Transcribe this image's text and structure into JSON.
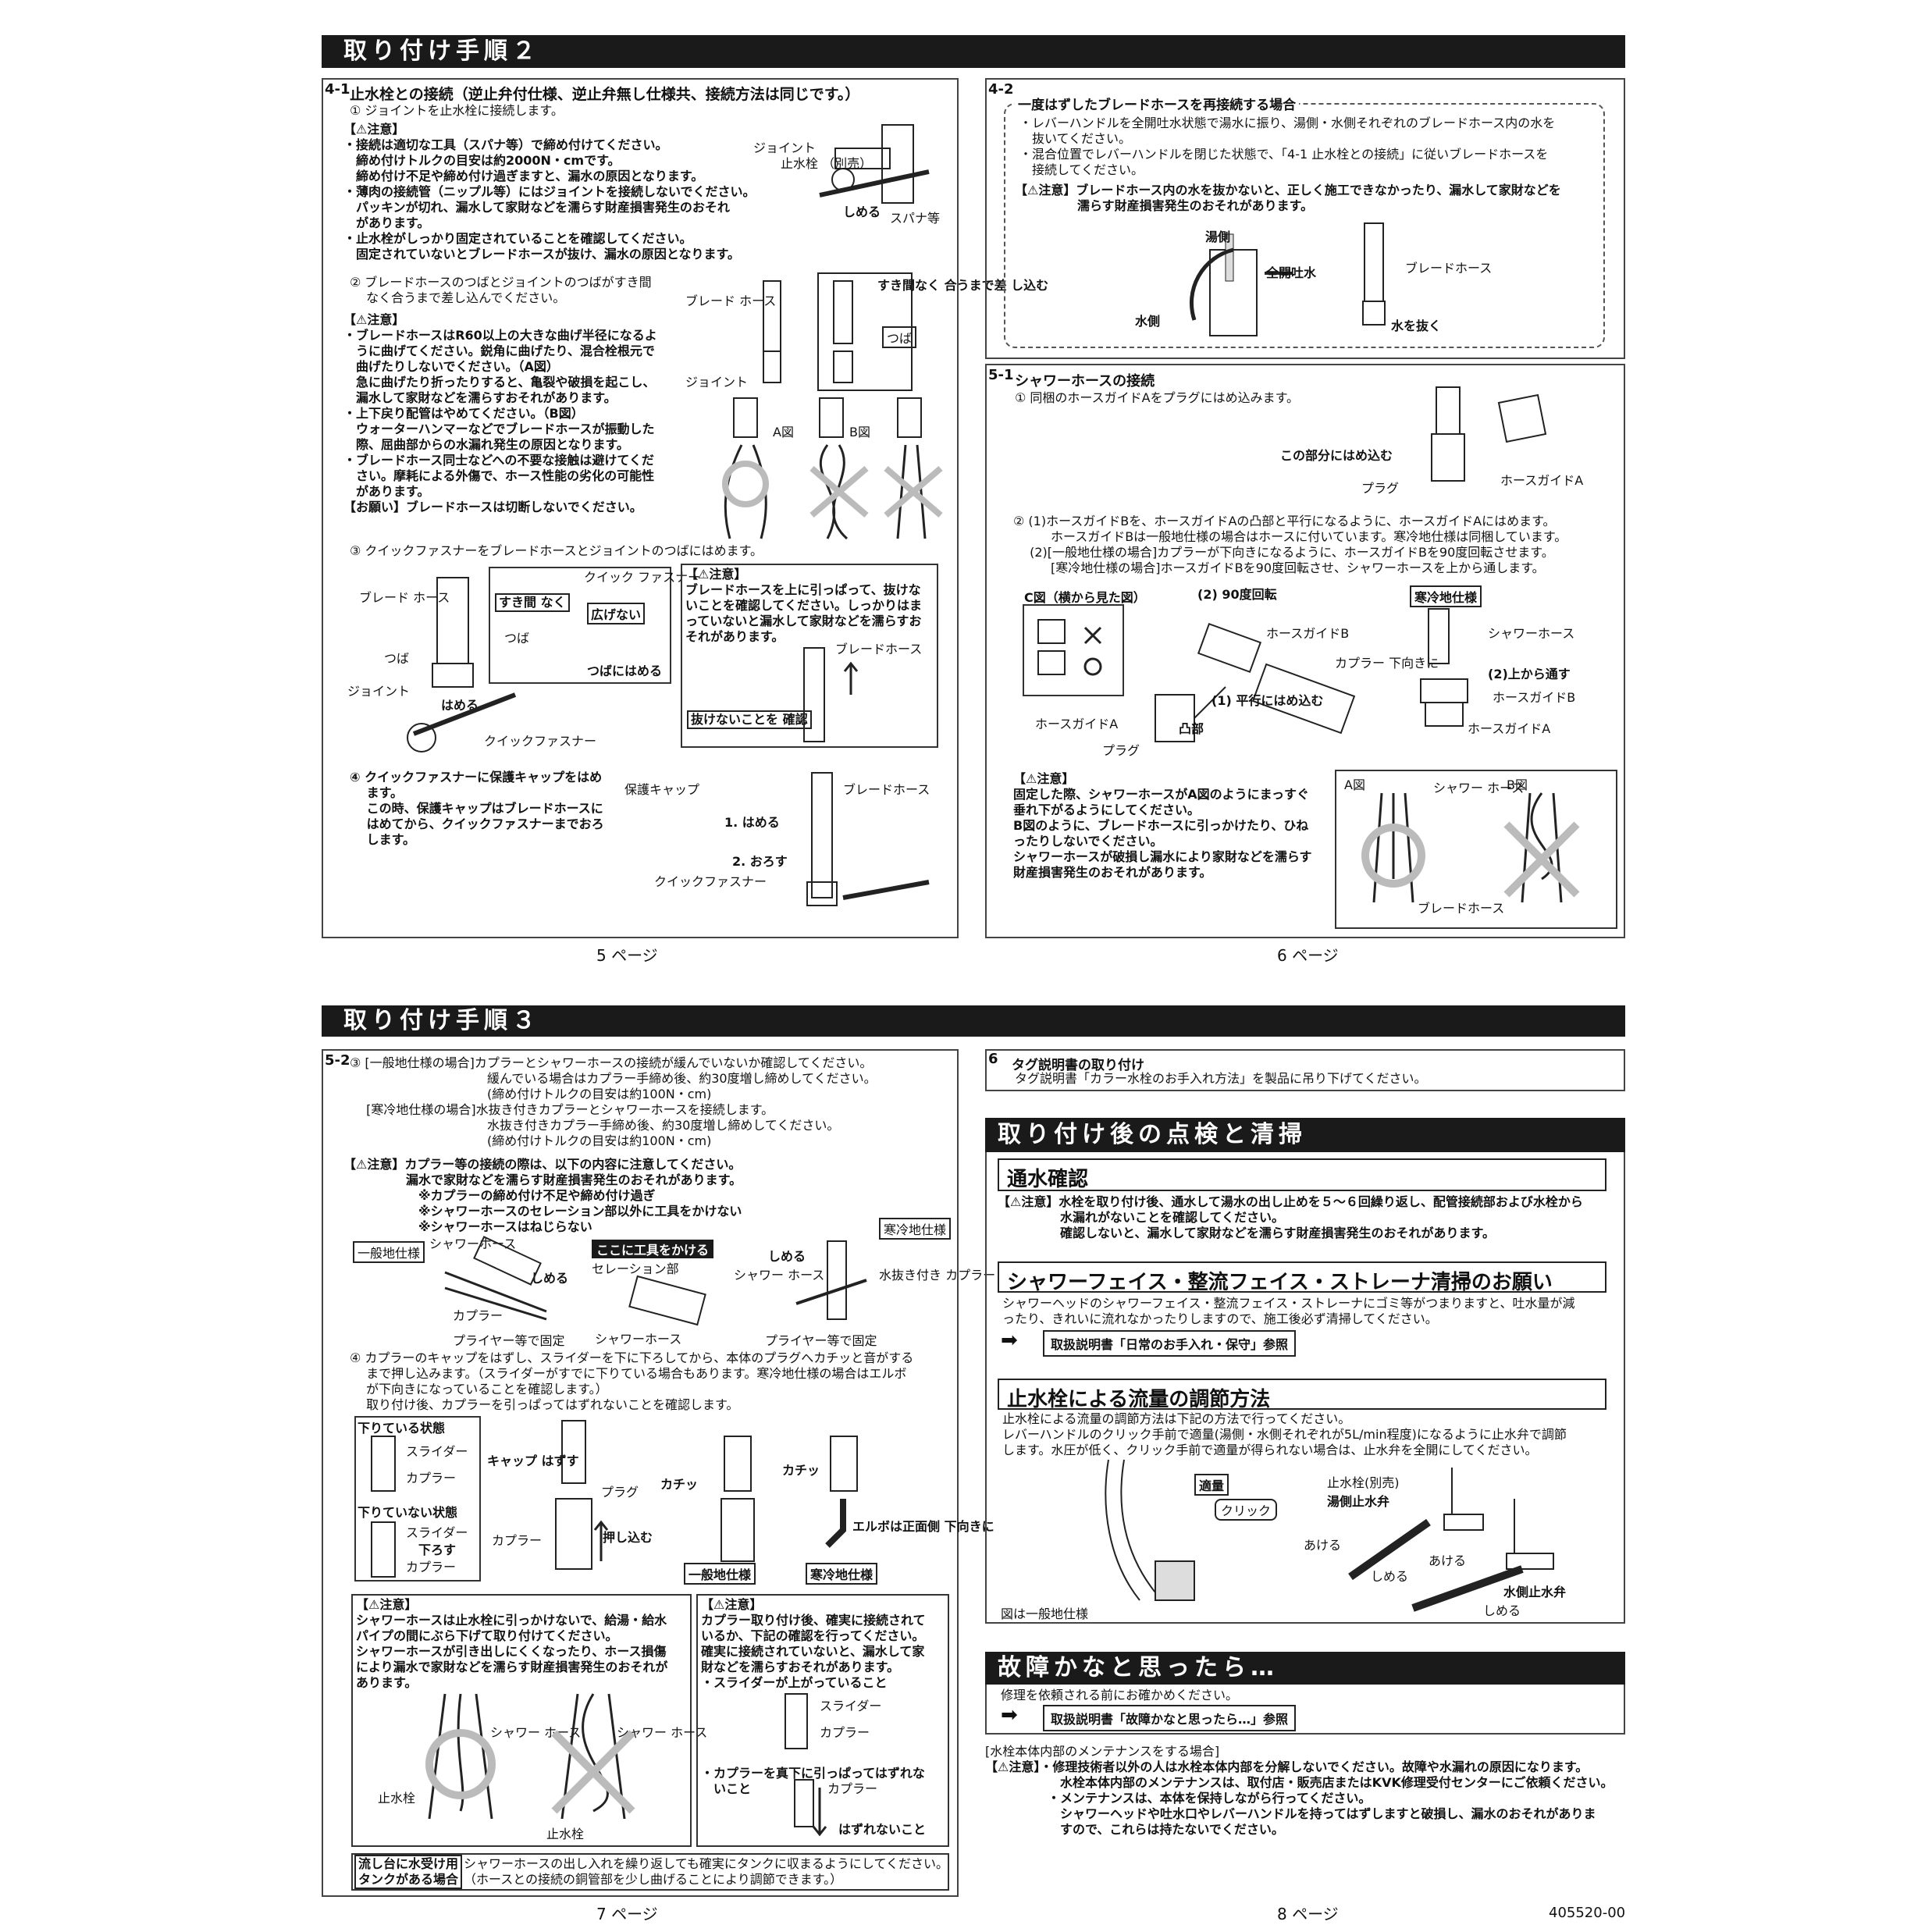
{
  "p5": {
    "band": "取り付け手順２",
    "tag": "4-1",
    "title": "止水栓との接続（逆止弁付仕様、逆止弁無し仕様共、接続方法は同じです。）",
    "s1": "① ジョイントを止水栓に接続します。",
    "n1_head": "【⚠注意】",
    "n1": "・接続は適切な工具（スパナ等）で締め付けてください。\n　締め付けトルクの目安は約2000N・cmです。\n　締め付け不足や締め付け過ぎますと、漏水の原因となります。\n・薄肉の接続管（ニップル等）にはジョイントを接続しないでください。\n　パッキンが切れ、漏水して家財などを濡らす財産損害発生のおそれ\n　があります。\n・止水栓がしっかり固定されていることを確認してください。\n　固定されていないとブレードホースが抜け、漏水の原因となります。",
    "l_joint": "ジョイント",
    "l_valve": "止水栓\n（別売）",
    "l_shimeru": "しめる",
    "l_spanner": "スパナ等",
    "s2": "② ブレードホースのつばとジョイントのつばがすき間\n　 なく合うまで差し込んでください。",
    "n2_head": "【⚠注意】",
    "n2": "・ブレードホースはR60以上の大きな曲げ半径になるよ\n　うに曲げてください。鋭角に曲げたり、混合栓根元で\n　曲げたりしないでください。（A図）\n　急に曲げたり折ったりすると、亀裂や破損を起こし、\n　漏水して家財などを濡らすおそれがあります。\n・上下戻り配管はやめてください。（B図）\n　ウォーターハンマーなどでブレードホースが振動した\n　際、屈曲部からの水漏れ発生の原因となります。\n・ブレードホース同士などへの不要な接触は避けてくだ\n　さい。摩耗による外傷で、ホース性能の劣化の可能性\n　があります。\n【お願い】ブレードホースは切断しないでください。",
    "l_braid": "ブレード\nホース",
    "l_gap": "すき間なく\n合うまで差\nし込む",
    "l_tsuba": "つば",
    "l_joint2": "ジョイント",
    "l_a": "A図",
    "l_b": "B図",
    "s3": "③ クイックファスナーをブレードホースとジョイントのつばにはめます。",
    "l_braid3": "ブレード\nホース",
    "l_tsuba3": "つば",
    "l_joint3": "ジョイント",
    "l_hameru": "はめる",
    "l_qf": "クイックファスナー",
    "l_sukima": "すき間\nなく",
    "l_qf2": "クイック\nファスナー",
    "l_hirogenai": "広げない",
    "l_tsuba3b": "つば",
    "l_tsubani": "つばにはめる",
    "n3_head": "【⚠注意】",
    "n3": "ブレードホースを上に引っぱって、抜けな\nいことを確認してください。しっかりはま\nっていないと漏水して家財などを濡らすお\nそれがあります。",
    "l_braid3c": "ブレードホース",
    "l_check": "抜けないことを\n確認",
    "s4": "④ クイックファスナーに保護キャップをはめ\n　 ます。\n　 この時、保護キャップはブレードホースに\n　 はめてから、クイックファスナーまでおろ\n　 します。",
    "l_cap": "保護キャップ",
    "l_braid4": "ブレードホース",
    "l_hameru4": "1. はめる",
    "l_orosu": "2. おろす",
    "l_qf4": "クイックファスナー",
    "page": "5 ページ"
  },
  "p6": {
    "tag": "4-2",
    "t1": "一度はずしたブレードホースを再接続する場合",
    "b1": "・レバーハンドルを全開吐水状態で湯水に振り、湯側・水側それぞれのブレードホース内の水を\n　抜いてください。\n・混合位置でレバーハンドルを閉じた状態で、「4-1 止水栓との接続」に従いブレードホースを\n　接続してください。",
    "n1": "【⚠注意】ブレードホース内の水を抜かないと、正しく施工できなかったり、漏水して家財などを\n　　　　　濡らす財産損害発生のおそれがあります。",
    "l_hot": "湯側",
    "l_full": "全開吐水",
    "l_cold": "水側",
    "l_braid": "ブレードホース",
    "l_drain": "水を抜く",
    "tag2": "5-1",
    "t2": "シャワーホースの接続",
    "s1": "① 同梱のホースガイドAをプラグにはめ込みます。",
    "l_part": "この部分にはめ込む",
    "l_plug": "プラグ",
    "l_guideA": "ホースガイドA",
    "s2": "② (1)ホースガイドBを、ホースガイドAの凸部と平行になるように、ホースガイドAにはめます。\n　　　ホースガイドBは一般地仕様の場合はホースに付いています。寒冷地仕様は同梱しています。\n　 (2)[一般地仕様の場合]カプラーが下向きになるように、ホースガイドBを90度回転させます。\n　　　[寒冷地仕様の場合]ホースガイドBを90度回転させ、シャワーホースを上から通します。",
    "l_c": "C図（横から見た図）",
    "l_90": "(2)\n90度回転",
    "l_guideB": "ホースガイドB",
    "l_coupler": "カプラー\n下向きに",
    "l_guideA2": "ホースガイドA",
    "l_convex": "凸部",
    "l_parallel": "(1)\n平行にはめ込む",
    "l_plug2": "プラグ",
    "l_cold_spec": "寒冷地仕様",
    "l_shower": "シャワーホース",
    "l_fromtop": "(2)上から通す",
    "l_guideB2": "ホースガイドB",
    "l_guideA3": "ホースガイドA",
    "n2": "【⚠注意】\n固定した際、シャワーホースがA図のようにまっすぐ\n垂れ下がるようにしてください。\nB図のように、ブレードホースに引っかけたり、ひね\nったりしないでください。\nシャワーホースが破損し漏水により家財などを濡らす\n財産損害発生のおそれがあります。",
    "l_a": "A図",
    "l_b": "B図",
    "l_shower2": "シャワー\nホース",
    "l_braid2": "ブレードホース",
    "page": "6 ページ"
  },
  "p7": {
    "band": "取り付け手順３",
    "tag": "5-2",
    "s3": "③ [一般地仕様の場合]カプラーとシャワーホースの接続が緩んでいないか確認してください。\n　　　　　　　　　　　緩んでいる場合はカプラー手締め後、約30度増し締めしてください。\n　　　　　　　　　　　(締め付けトルクの目安は約100N・cm)\n　 [寒冷地仕様の場合]水抜き付きカプラーとシャワーホースを接続します。\n　　　　　　　　　　　水抜き付きカプラー手締め後、約30度増し締めしてください。\n　　　　　　　　　　　(締め付けトルクの目安は約100N・cm)",
    "n3": "【⚠注意】カプラー等の接続の際は、以下の内容に注意してください。\n　　　　　漏水で家財などを濡らす財産損害発生のおそれがあります。\n　　　　　　※カプラーの締め付け不足や締め付け過ぎ\n　　　　　　※シャワーホースのセレーション部以外に工具をかけない\n　　　　　　※シャワーホースはねじらない",
    "l_general": "一般地仕様",
    "l_shower": "シャワーホース",
    "l_shimeru": "しめる",
    "l_coupler": "カプラー",
    "l_pliers": "プライヤー等で固定",
    "l_tool": "ここに工具をかける",
    "l_serr": "セレーション部",
    "l_shower2": "シャワーホース",
    "l_cold": "寒冷地仕様",
    "l_shimeru2": "しめる",
    "l_shower3": "シャワー\nホース",
    "l_drainc": "水抜き付き\nカプラー",
    "l_pliers2": "プライヤー等で固定",
    "s4": "④ カプラーのキャップをはずし、スライダーを下に下ろしてから、本体のプラグへカチッと音がする\n　 まで押し込みます。（スライダーがすでに下りている場合もあります。寒冷地仕様の場合はエルボ\n　 が下向きになっていることを確認します。）\n　 取り付け後、カプラーを引っぱってはずれないことを確認します。",
    "l_down": "下りている状態",
    "l_slider": "スライダー",
    "l_coupler2": "カプラー",
    "l_notdown": "下りていない状態",
    "l_slider2": "スライダー",
    "l_orosu": "下ろす",
    "l_coupler3": "カプラー",
    "l_cap": "キャップ\nはずす",
    "l_plug": "プラグ",
    "l_coupler4": "カプラー",
    "l_push": "押し込む",
    "l_click1": "カチッ",
    "l_click2": "カチッ",
    "l_elbow": "エルボは正面側\n下向きに",
    "l_gen2": "一般地仕様",
    "l_cold2": "寒冷地仕様",
    "nL": "【⚠注意】\nシャワーホースは止水栓に引っかけないで、給湯・給水\nパイプの間にぶら下げて取り付けてください。\nシャワーホースが引き出しにくくなったり、ホース損傷\nにより漏水で家財などを濡らす財産損害発生のおそれが\nあります。",
    "l_showerL": "シャワー\nホース",
    "l_showerL2": "シャワー\nホース",
    "l_valveL": "止水栓",
    "l_valveL2": "止水栓",
    "nR": "【⚠注意】\nカプラー取り付け後、確実に接続されて\nいるか、下記の確認を行ってください。\n確実に接続されていないと、漏水して家\n財などを濡らすおそれがあります。\n・スライダーが上がっていること",
    "l_sliderR": "スライダー",
    "l_couplerR": "カプラー",
    "nR2": "・カプラーを真下に引っぱってはずれな\n　いこと",
    "l_couplerR2": "カプラー",
    "l_notoff": "はずれないこと",
    "tank_label": "流し台に水受け用\nタンクがある場合",
    "tank_text": "シャワーホースの出し入れを繰り返しても確実にタンクに収まるようにしてください。\n（ホースとの接続の銅管部を少し曲げることにより調節できます。）",
    "page": "7 ページ"
  },
  "p8": {
    "tag": "6",
    "title": "タグ説明書の取り付け",
    "text": "タグ説明書「カラー水栓のお手入れ方法」を製品に吊り下げてください。",
    "band": "取り付け後の点検と清掃",
    "sub1": "通水確認",
    "n1": "【⚠注意】水栓を取り付け後、通水して湯水の出し止めを５～６回繰り返し、配管接続部および水栓から\n　　　　　水漏れがないことを確認してください。\n　　　　　確認しないと、漏水して家財などを濡らす財産損害発生のおそれがあります。",
    "sub2": "シャワーフェイス・整流フェイス・ストレーナ清掃のお願い",
    "t2": "シャワーヘッドのシャワーフェイス・整流フェイス・ストレーナにゴミ等がつまりますと、吐水量が減\nったり、きれいに流れなかったりしますので、施工後必ず清掃してください。",
    "ref1": "取扱説明書「日常のお手入れ・保守」参照",
    "sub3": "止水栓による流量の調節方法",
    "t3": "止水栓による流量の調節方法は下記の方法で行ってください。\nレバーハンドルのクリック手前で適量(湯側・水側それぞれが5L/min程度)になるように止水弁で調節\nします。水圧が低く、クリック手前で適量が得られない場合は、止水弁を全開にしてください。",
    "l_proper": "適量",
    "l_click": "クリック",
    "l_valve": "止水栓(別売)",
    "l_hotvalve": "湯側止水弁",
    "l_open": "あける",
    "l_close": "しめる",
    "l_open2": "あける",
    "l_coldvalve": "水側止水弁",
    "l_close2": "しめる",
    "l_general": "図は一般地仕様",
    "band2": "故障かなと思ったら…",
    "t4": "修理を依頼される前にお確かめください。",
    "ref2": "取扱説明書「故障かなと思ったら…」参照",
    "m_head": "[水栓本体内部のメンテナンスをする場合]",
    "m_text": "【⚠注意】・修理技術者以外の人は水栓本体内部を分解しないでください。故障や水漏れの原因になります。\n　　　　　　水栓本体内部のメンテナンスは、取付店・販売店またはKVK修理受付センターにご依頼ください。\n　　　　　・メンテナンスは、本体を保持しながら行ってください。\n　　　　　　シャワーヘッドや吐水口やレバーハンドルを持ってはずしますと破損し、漏水のおそれがありま\n　　　　　　すので、これらは持たないでください。",
    "page": "8 ページ",
    "docno": "405520-00"
  }
}
